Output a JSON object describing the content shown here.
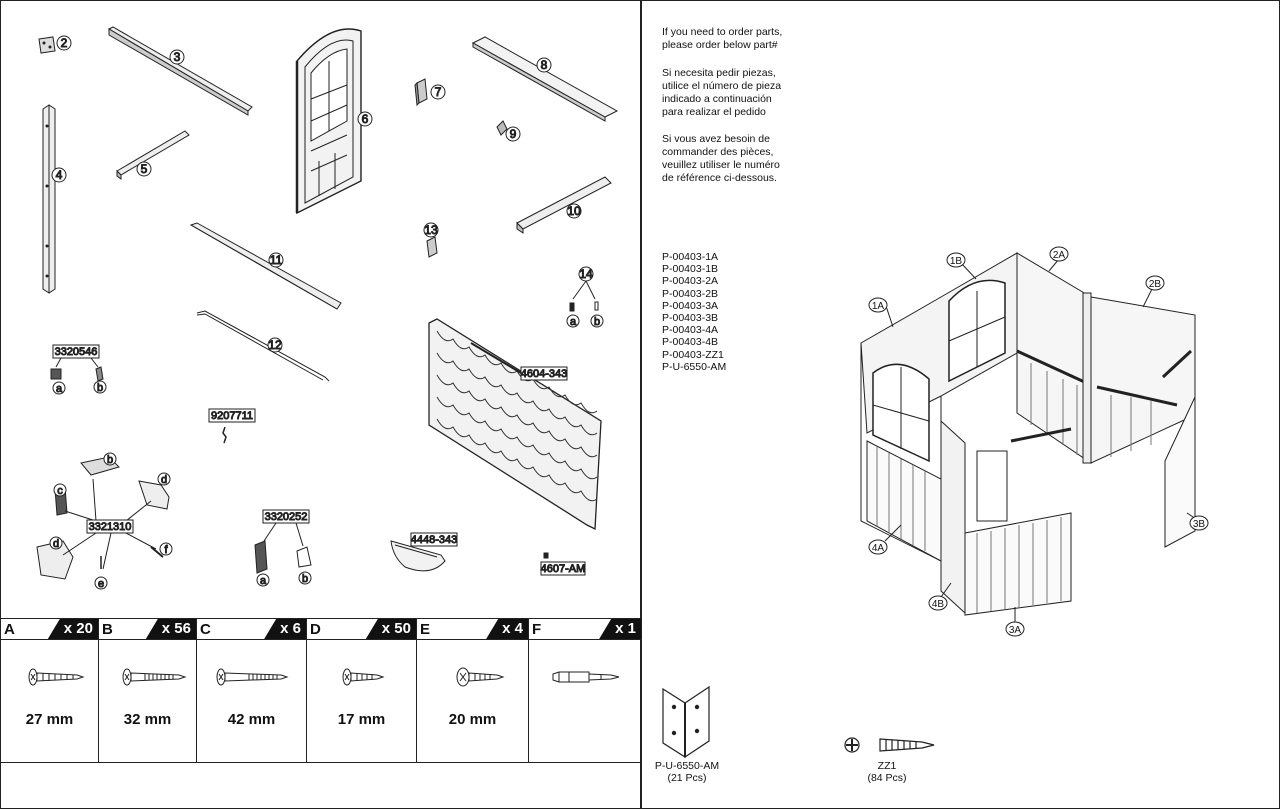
{
  "order_text": {
    "english": [
      "If you need to order parts,",
      "please order below part#"
    ],
    "spanish": [
      "Si necesita pedir piezas,",
      "utilice el número de pieza",
      "indicado a continuación",
      "para realizar el pedido"
    ],
    "french": [
      "Si vous avez besoin de",
      "commander des pièces,",
      "veuillez utiliser le numéro",
      "de référence ci-dessous."
    ]
  },
  "part_numbers": [
    "P-00403-1A",
    "P-00403-1B",
    "P-00403-2A",
    "P-00403-2B",
    "P-00403-3A",
    "P-00403-3B",
    "P-00403-4A",
    "P-00403-4B",
    "P-00403-ZZ1",
    "P-U-6550-AM"
  ],
  "assembly_labels": [
    "1A",
    "1B",
    "2A",
    "2B",
    "3A",
    "3B",
    "4A",
    "4B"
  ],
  "parts": {
    "circled": [
      "2",
      "3",
      "4",
      "5",
      "6",
      "7",
      "8",
      "9",
      "10",
      "11",
      "12",
      "13",
      "14"
    ],
    "sub_labels": {
      "a": "a",
      "b": "b",
      "c": "c",
      "d": "d",
      "e": "e",
      "f": "f"
    },
    "boxed": {
      "p3320546": "3320546",
      "p9207711": "9207711",
      "p3321310": "3321310",
      "p3320252": "3320252",
      "p4604_343": "4604-343",
      "p4448_343": "4448-343",
      "p4607_am": "4607-AM"
    }
  },
  "hardware": [
    {
      "letter": "A",
      "qty": "x 20",
      "size": "27 mm",
      "icon": "phillips-pan-screw-icon"
    },
    {
      "letter": "B",
      "qty": "x 56",
      "size": "32 mm",
      "icon": "phillips-pan-screw-icon"
    },
    {
      "letter": "C",
      "qty": "x 6",
      "size": "42 mm",
      "icon": "phillips-pan-screw-icon"
    },
    {
      "letter": "D",
      "qty": "x 50",
      "size": "17 mm",
      "icon": "phillips-pan-screw-icon"
    },
    {
      "letter": "E",
      "qty": "x 4",
      "size": "20 mm",
      "icon": "phillips-pan-screw-icon"
    },
    {
      "letter": "F",
      "qty": "x 1",
      "size": "",
      "icon": "screwdriver-bit-icon"
    }
  ],
  "bottom_items": [
    {
      "code": "P-U-6550-AM",
      "qty": "(21 Pcs)",
      "icon": "corner-bracket-icon"
    },
    {
      "code": "ZZ1",
      "qty": "(84 Pcs)",
      "icon": "phillips-screw-icon"
    }
  ]
}
